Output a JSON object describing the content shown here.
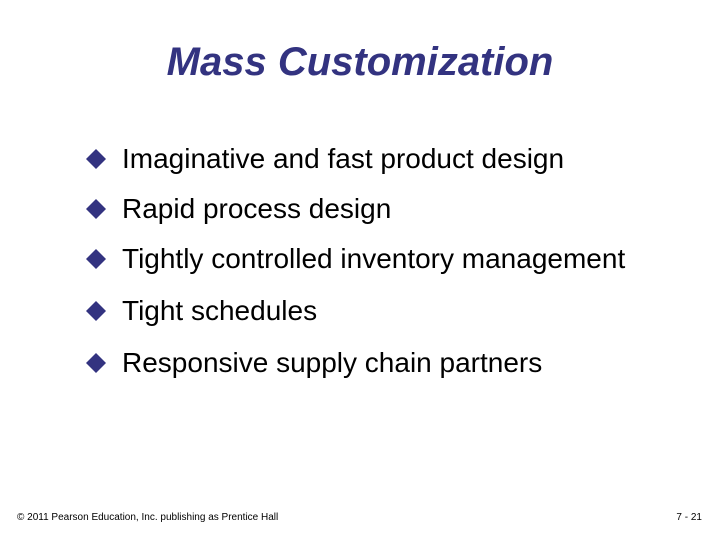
{
  "slide": {
    "title": "Mass Customization",
    "title_color": "#333380",
    "bullet_color": "#333380",
    "bullet_icon": "diamond-icon",
    "bullets": [
      "Imaginative and fast product design",
      "Rapid process design",
      "Tightly controlled inventory management",
      "Tight schedules",
      "Responsive supply chain partners"
    ]
  },
  "footer": {
    "copyright": "© 2011 Pearson Education, Inc. publishing as Prentice Hall",
    "page_number": "7 - 21"
  }
}
